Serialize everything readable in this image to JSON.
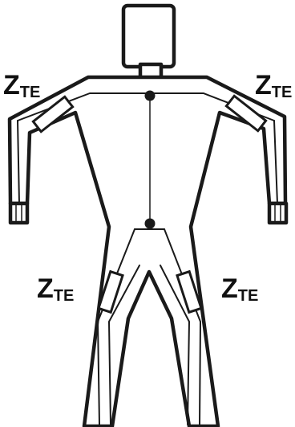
{
  "figure": {
    "labels": [
      {
        "id": "shoulder-left",
        "main": "Z",
        "sub": "TE"
      },
      {
        "id": "shoulder-right",
        "main": "Z",
        "sub": "TE"
      },
      {
        "id": "thigh-left",
        "main": "Z",
        "sub": "TE"
      },
      {
        "id": "thigh-right",
        "main": "Z",
        "sub": "TE"
      }
    ],
    "colors": {
      "stroke": "#1a1a1a",
      "background": "#ffffff"
    }
  }
}
